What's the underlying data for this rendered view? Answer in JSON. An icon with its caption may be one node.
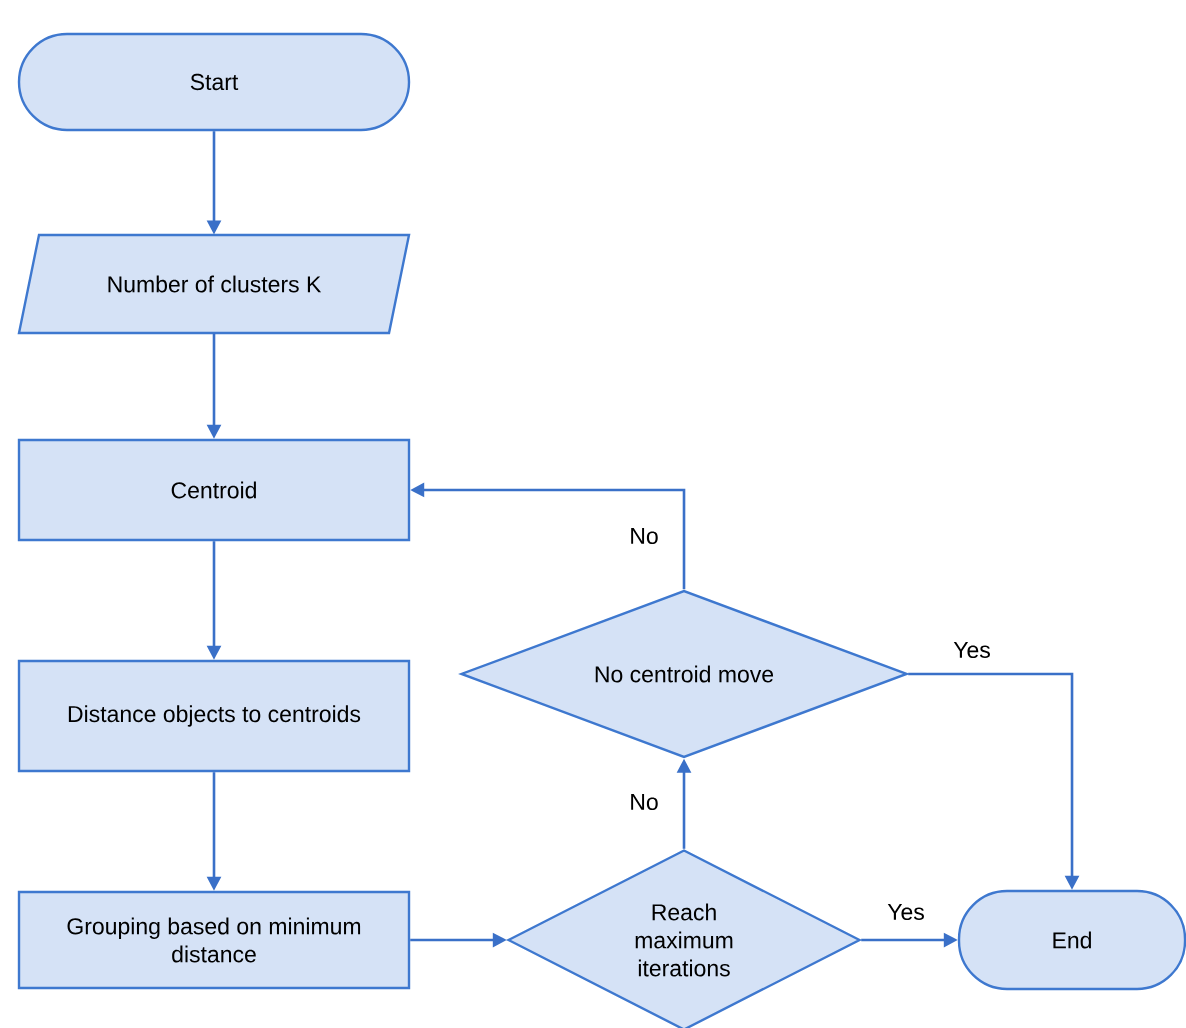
{
  "diagram": {
    "nodes": [
      {
        "text": [
          "Start"
        ]
      },
      {
        "text": [
          "Number of clusters K"
        ]
      },
      {
        "text": [
          "Centroid"
        ]
      },
      {
        "text": [
          "Distance objects to centroids"
        ]
      },
      {
        "text": [
          "Grouping based on minimum distance"
        ]
      },
      {
        "text": [
          "Reach maximum iterations"
        ]
      },
      {
        "text": [
          "No centroid move"
        ]
      },
      {
        "text": [
          "End"
        ]
      }
    ],
    "edges": [
      {
        "from": 0,
        "to": 1,
        "arrow": "to"
      },
      {
        "from": 1,
        "to": 2,
        "arrow": "to"
      },
      {
        "from": 2,
        "to": 3,
        "arrow": "to"
      },
      {
        "from": 3,
        "to": 4,
        "arrow": "to"
      },
      {
        "from": 4,
        "to": 5,
        "arrow": "to"
      },
      {
        "from": 5,
        "to": 7,
        "arrow": "to",
        "label": "Yes"
      },
      {
        "from": 5,
        "to": 6,
        "arrow": "to",
        "label": "No"
      },
      {
        "from": 6,
        "to": 2,
        "arrow": "to",
        "label": "No"
      },
      {
        "from": 6,
        "to": 7,
        "arrow": "to",
        "label": "Yes"
      }
    ]
  }
}
